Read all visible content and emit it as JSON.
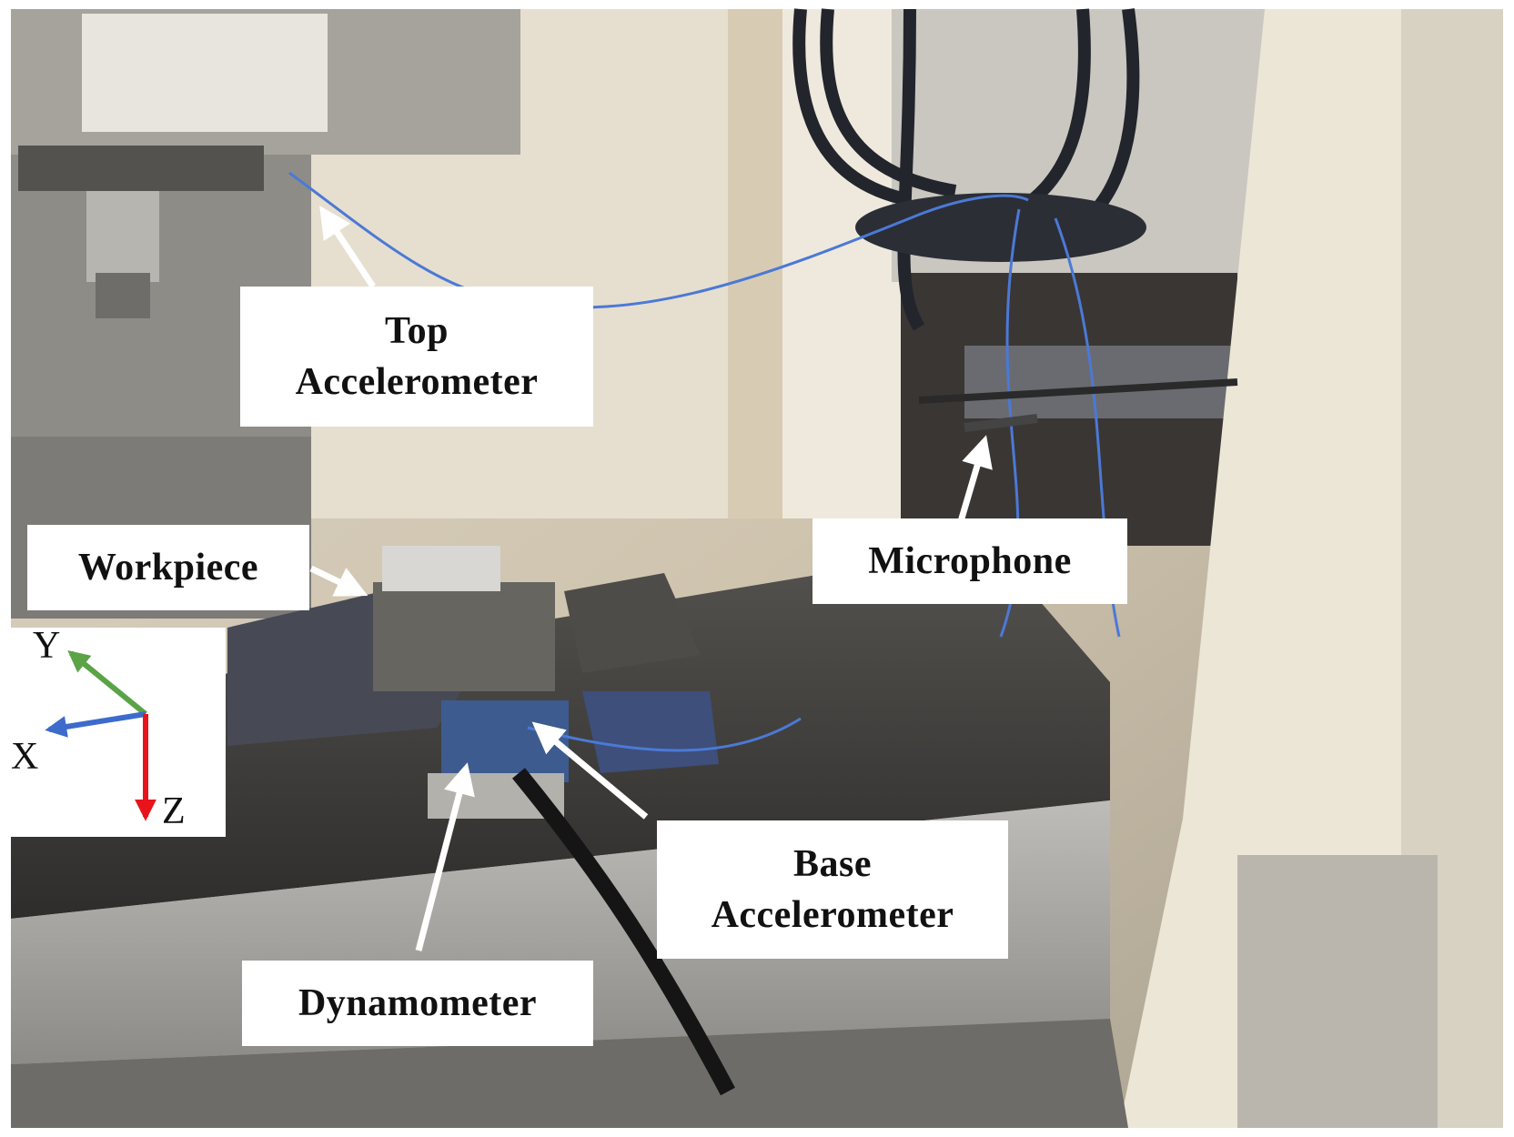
{
  "labels": {
    "top_accelerometer": {
      "line1": "Top",
      "line2": "Accelerometer"
    },
    "workpiece": "Workpiece",
    "microphone": "Microphone",
    "base_accelerometer": {
      "line1": "Base",
      "line2": "Accelerometer"
    },
    "dynamometer": "Dynamometer"
  },
  "axes": {
    "y": "Y",
    "x": "X",
    "z": "Z"
  },
  "colors": {
    "y_axis": "#5aa346",
    "x_axis": "#3d6bcc",
    "z_axis": "#e8141b",
    "wire": "#4b79d6"
  }
}
